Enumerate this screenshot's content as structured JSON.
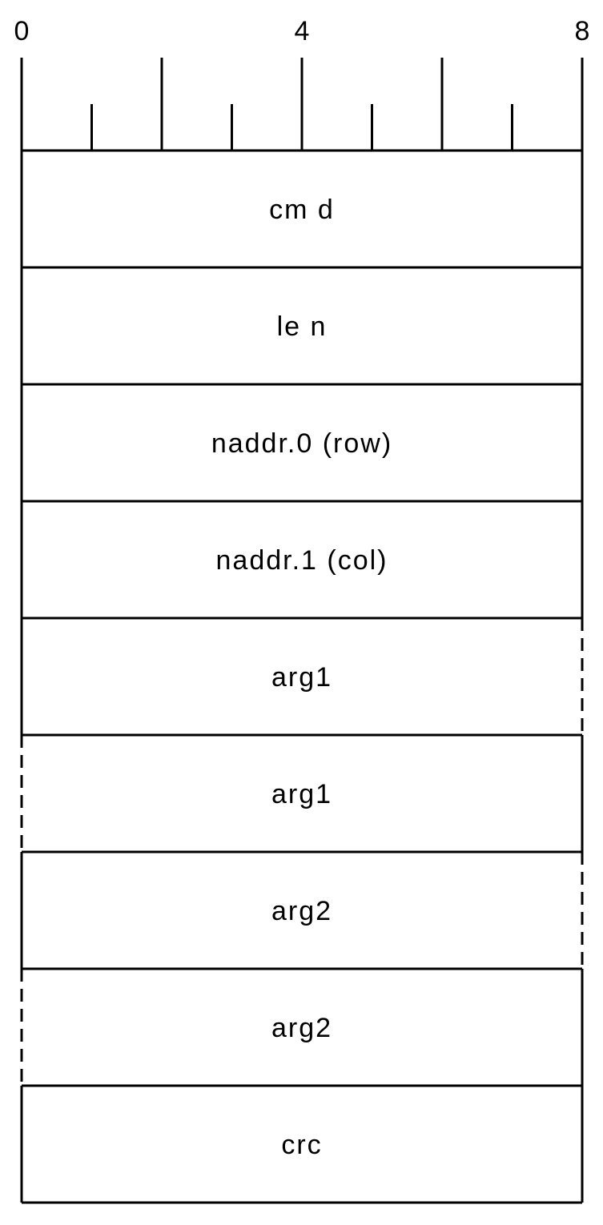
{
  "ruler": {
    "start": 0,
    "end": 8,
    "labels": [
      {
        "value": 0,
        "text": "0"
      },
      {
        "value": 4,
        "text": "4"
      },
      {
        "value": 8,
        "text": "8"
      }
    ],
    "major_ticks": [
      0,
      2,
      4,
      6,
      8
    ],
    "minor_ticks": [
      1,
      3,
      5,
      7
    ]
  },
  "fields": [
    {
      "label": "cm d",
      "left_edge": "solid",
      "right_edge": "solid"
    },
    {
      "label": "le n",
      "left_edge": "solid",
      "right_edge": "solid"
    },
    {
      "label": "naddr.0 (row)",
      "left_edge": "solid",
      "right_edge": "solid"
    },
    {
      "label": "naddr.1 (col)",
      "left_edge": "solid",
      "right_edge": "solid"
    },
    {
      "label": "arg1",
      "left_edge": "solid",
      "right_edge": "dashed"
    },
    {
      "label": "arg1",
      "left_edge": "dashed",
      "right_edge": "solid"
    },
    {
      "label": "arg2",
      "left_edge": "solid",
      "right_edge": "dashed"
    },
    {
      "label": "arg2",
      "left_edge": "dashed",
      "right_edge": "solid"
    },
    {
      "label": "crc",
      "left_edge": "solid",
      "right_edge": "solid"
    }
  ]
}
